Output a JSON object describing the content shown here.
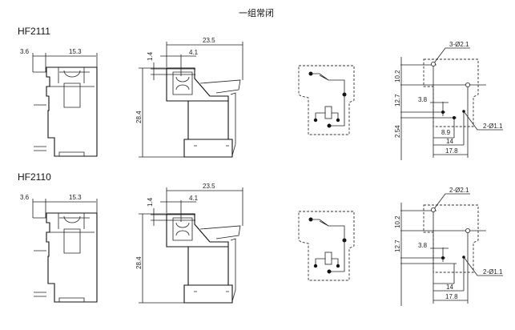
{
  "title": "一组常闭",
  "models": [
    {
      "name": "HF2111",
      "front": {
        "width": "15.3",
        "pin_offset": "3.6"
      },
      "side": {
        "length": "23.5",
        "pin_pos": "4.1",
        "pin_thick": "1.4",
        "height": "28.4"
      },
      "footprint": {
        "big_holes": "3-Ø2.1",
        "small_holes": "2-Ø1.1",
        "dim_102": "10.2",
        "dim_127": "12.7",
        "dim_38": "3.8",
        "dim_254": "2.54",
        "dim_89": "8.9",
        "dim_14": "14",
        "dim_178": "17.8"
      }
    },
    {
      "name": "HF2110",
      "front": {
        "width": "15.3",
        "pin_offset": "3.6"
      },
      "side": {
        "length": "23.5",
        "pin_pos": "4.1",
        "pin_thick": "1.4",
        "height": "28.4"
      },
      "footprint": {
        "big_holes": "2-Ø2.1",
        "small_holes": "2-Ø1.1",
        "dim_102": "10.2",
        "dim_127": "12.7",
        "dim_38": "3.8",
        "dim_14": "14",
        "dim_178": "17.8"
      }
    }
  ]
}
